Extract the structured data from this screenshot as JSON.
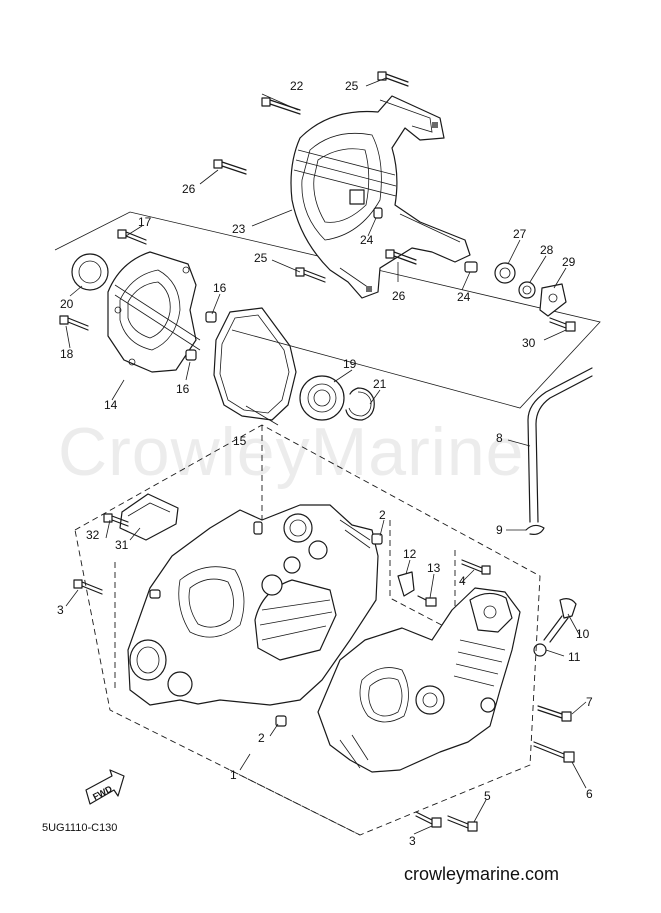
{
  "watermark": "CrowleyMarine",
  "diagram_code": "5UG1110-C130",
  "website": "crowleymarine.com",
  "fwd_label": "FWD",
  "callouts": [
    {
      "id": "c1",
      "label": "1"
    },
    {
      "id": "c2a",
      "label": "2"
    },
    {
      "id": "c2b",
      "label": "2"
    },
    {
      "id": "c3a",
      "label": "3"
    },
    {
      "id": "c3b",
      "label": "3"
    },
    {
      "id": "c4",
      "label": "4"
    },
    {
      "id": "c5",
      "label": "5"
    },
    {
      "id": "c6",
      "label": "6"
    },
    {
      "id": "c7",
      "label": "7"
    },
    {
      "id": "c8",
      "label": "8"
    },
    {
      "id": "c9",
      "label": "9"
    },
    {
      "id": "c10",
      "label": "10"
    },
    {
      "id": "c11",
      "label": "11"
    },
    {
      "id": "c12",
      "label": "12"
    },
    {
      "id": "c13",
      "label": "13"
    },
    {
      "id": "c14",
      "label": "14"
    },
    {
      "id": "c15",
      "label": "15"
    },
    {
      "id": "c16a",
      "label": "16"
    },
    {
      "id": "c16b",
      "label": "16"
    },
    {
      "id": "c17",
      "label": "17"
    },
    {
      "id": "c18",
      "label": "18"
    },
    {
      "id": "c19",
      "label": "19"
    },
    {
      "id": "c20",
      "label": "20"
    },
    {
      "id": "c21",
      "label": "21"
    },
    {
      "id": "c22",
      "label": "22"
    },
    {
      "id": "c23",
      "label": "23"
    },
    {
      "id": "c24a",
      "label": "24"
    },
    {
      "id": "c24b",
      "label": "24"
    },
    {
      "id": "c25a",
      "label": "25"
    },
    {
      "id": "c25b",
      "label": "25"
    },
    {
      "id": "c26a",
      "label": "26"
    },
    {
      "id": "c26b",
      "label": "26"
    },
    {
      "id": "c27",
      "label": "27"
    },
    {
      "id": "c28",
      "label": "28"
    },
    {
      "id": "c29",
      "label": "29"
    },
    {
      "id": "c30",
      "label": "30"
    },
    {
      "id": "c31",
      "label": "31"
    },
    {
      "id": "c32",
      "label": "32"
    }
  ]
}
